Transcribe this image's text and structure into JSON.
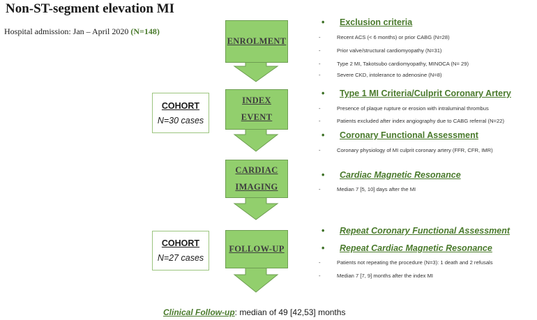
{
  "title": "Non-ST-segment elevation MI",
  "admission": {
    "text": "Hospital admission: Jan – April 2020 ",
    "n": "(N=148)"
  },
  "stages": {
    "enrolment": "ENROLMENT",
    "index_line1": "INDEX",
    "index_line2": "EVENT",
    "cardiac_line1": "CARDIAC",
    "cardiac_line2": "IMAGING",
    "followup": "FOLLOW-UP"
  },
  "cohorts": [
    {
      "label": "COHORT",
      "n": "N=30 cases"
    },
    {
      "label": "COHORT",
      "n": "N=27 cases"
    }
  ],
  "sections": {
    "exclusion": {
      "heading": "Exclusion criteria",
      "items": [
        "Recent ACS (< 6 months) or prior CABG  (N=28)",
        "Prior valve/structural cardiomyopathy (N=31)",
        "Type 2 MI, Takotsubo cardiomyopathy, MINOCA (N= 29)",
        "Severe CKD, intolerance to adenosine (N=8)"
      ]
    },
    "type1": {
      "heading": "Type 1 MI Criteria/Culprit Coronary Artery",
      "items": [
        "Presence of  plaque rupture or erosion with intraluminal thrombus",
        "Patients excluded after index angiography due to CABG referral (N=22)"
      ]
    },
    "cfa": {
      "heading": "Coronary Functional Assessment",
      "items": [
        "Coronary physiology of MI culprit coronary artery (FFR, CFR, IMR)"
      ]
    },
    "cmr": {
      "heading": "Cardiac Magnetic Resonance",
      "items": [
        "Median 7 [5, 10] days after the MI"
      ]
    },
    "repeat_cfa": {
      "heading": "Repeat Coronary Functional Assessment"
    },
    "repeat_cmr": {
      "heading": "Repeat Cardiac Magnetic Resonance",
      "items": [
        "Patients not repeating the procedure (N=3): 1 death and 2 refusals",
        "Median 7 [7, 9] months after the index MI"
      ]
    }
  },
  "footer": {
    "label": "Clinical Follow-up",
    "text": ": median of 49 [42,53] months"
  },
  "colors": {
    "arrow_fill": "#92cf6d",
    "arrow_stroke": "#6e9e52",
    "heading_green": "#4a7a2c"
  }
}
